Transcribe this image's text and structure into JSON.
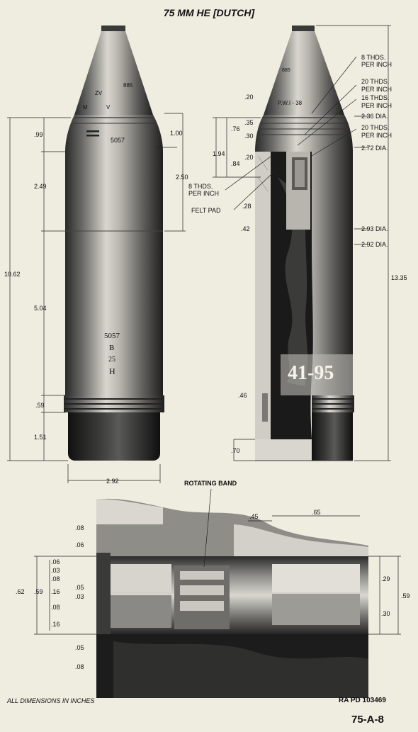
{
  "title": "75 MM HE [DUTCH]",
  "left_view": {
    "dims": {
      "d_099": ".99",
      "d_249": "2.49",
      "d_1062": "10.62",
      "d_504": "5.04",
      "d_059": ".59",
      "d_151": "1.51",
      "d_292": "2.92",
      "d_100": "1.00",
      "d_250": "2.50"
    },
    "markings": {
      "fuze_885": "885",
      "fuze_zv": "ZV",
      "fuze_m": "M",
      "fuze_v": "V",
      "ogive_5057": "5057",
      "body_5057": "5057",
      "body_b": "B",
      "body_25": "25",
      "body_h": "H"
    },
    "thread_label_1": "8 THDS.",
    "thread_label_2": "PER INCH",
    "felt_pad": "FELT PAD"
  },
  "right_view": {
    "dims": {
      "d_020a": ".20",
      "d_076": ".76",
      "d_035": ".35",
      "d_030": ".30",
      "d_194": "1.94",
      "d_020b": ".20",
      "d_084": ".84",
      "d_028": ".28",
      "d_042": ".42",
      "d_046": ".46",
      "d_070": ".70",
      "d_1335": "13.35"
    },
    "notes": {
      "n1a": "8 THDS.",
      "n1b": "PER INCH",
      "n2a": "20 THDS.",
      "n2b": "PER INCH",
      "n3a": "16 THDS.",
      "n3b": "PER INCH",
      "dia_236": "2.36 DIA.",
      "n4a": "20 THDS.",
      "n4b": "PER INCH",
      "dia_272": "2.72 DIA.",
      "dia_293": "2.93 DIA.",
      "dia_292": "2.92 DIA."
    },
    "markings": {
      "fuze_885": "885",
      "pwi": "P.W.I - 38",
      "stencil": "41-95"
    }
  },
  "band_view": {
    "rotating_band": "ROTATING BAND",
    "left_dims": {
      "a008": ".08",
      "a006": ".06",
      "a006b": ".06",
      "a003": ".03",
      "a008b": ".08",
      "a062": ".62",
      "a059": ".59",
      "a016": ".16",
      "a005": ".05",
      "a003b": ".03",
      "a008c": ".08",
      "a016b": ".16",
      "a005b": ".05",
      "a008d": ".08"
    },
    "top_dims": {
      "t045": ".45",
      "t065": ".65"
    },
    "right_dims": {
      "r029": ".29",
      "r030": ".30",
      "r059": ".59"
    }
  },
  "footer": {
    "all_dims": "ALL DIMENSIONS IN INCHES",
    "ra_pd": "RA  PD  103469",
    "fig": "75-A-8"
  }
}
